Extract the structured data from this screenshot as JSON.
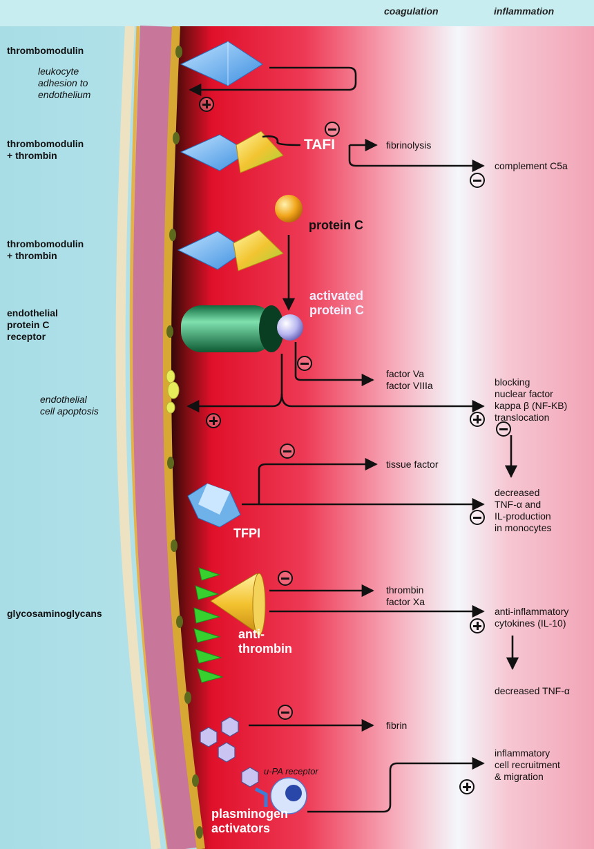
{
  "columns": {
    "coagulation": "coagulation",
    "inflammation": "inflammation"
  },
  "left_labels": {
    "thrombomodulin_1": "thrombomodulin",
    "leukocyte": "leukocyte\nadhesion to\nendothelium",
    "thrombomodulin_2": "thrombomodulin\n+ thrombin",
    "thrombomodulin_3": "thrombomodulin\n+ thrombin",
    "epcr": "endothelial\nprotein C\nreceptor",
    "apoptosis": "endothelial\ncell apoptosis",
    "gag": "glycosaminoglycans"
  },
  "vessel_labels": {
    "tafi": "TAFI",
    "protein_c": "protein C",
    "activated_protein_c": "activated\nprotein C",
    "tfpi": "TFPI",
    "antithrombin": "anti-\nthrombin",
    "upa_receptor": "u-PA receptor",
    "plasminogen_activators": "plasminogen\nactivators"
  },
  "targets": {
    "fibrinolysis": "fibrinolysis",
    "complement": "complement C5a",
    "factor_va": "factor Va\nfactor VIIIa",
    "nfkb": "blocking\nnuclear factor\nkappa β (NF-KB)\ntranslocation",
    "tissue_factor": "tissue factor",
    "tnf_decreased": "decreased\nTNF-α and\nIL-production\nin monocytes",
    "thrombin_xa": "thrombin\nfactor Xa",
    "il10": "anti-inflammatory\ncytokines (IL-10)",
    "tnf2": "decreased TNF-α",
    "fibrin": "fibrin",
    "recruitment": "inflammatory\ncell recruitment\n& migration"
  },
  "colors": {
    "vessel_lumen": "#e0102a",
    "lumen_dark": "#3a0a0a",
    "inflammation_band": "#f4f7fb",
    "tissue_bg": "#bfe6ec",
    "endothelium": "#d9a93a",
    "vessel_wall": "#c8779a",
    "arrow": "#111111"
  },
  "signs": [
    "plus",
    "minus",
    "minus",
    "minus",
    "plus",
    "plus",
    "minus",
    "minus",
    "minus",
    "minus",
    "plus",
    "minus",
    "plus"
  ]
}
